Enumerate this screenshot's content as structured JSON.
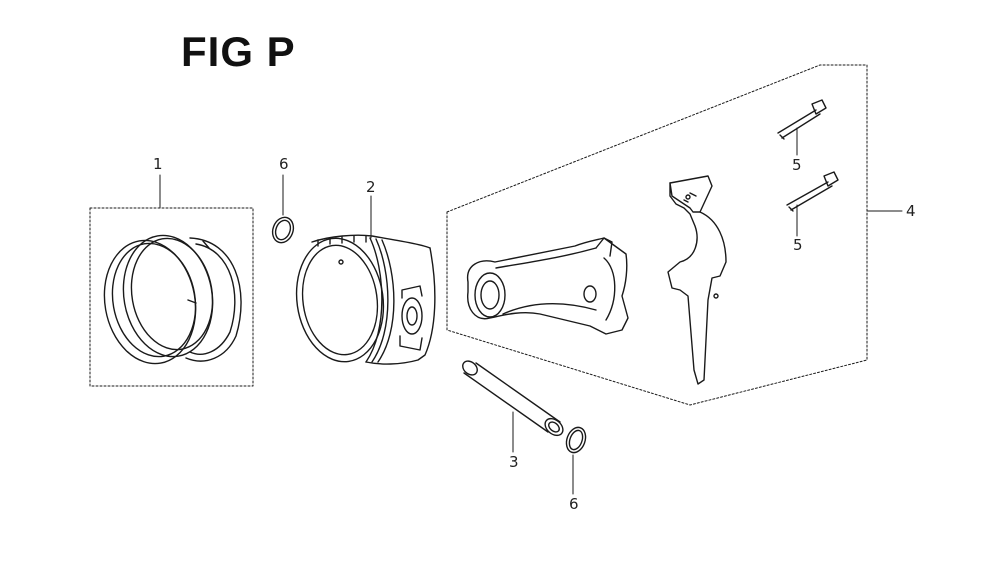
{
  "figure": {
    "title": "FIG P"
  },
  "callouts": {
    "ring_set": "1",
    "piston": "2",
    "piston_pin": "3",
    "connecting_rod_assy": "4",
    "rod_bolt_upper": "5",
    "rod_bolt_lower": "5",
    "pin_clip_upper": "6",
    "pin_clip_lower": "6"
  }
}
